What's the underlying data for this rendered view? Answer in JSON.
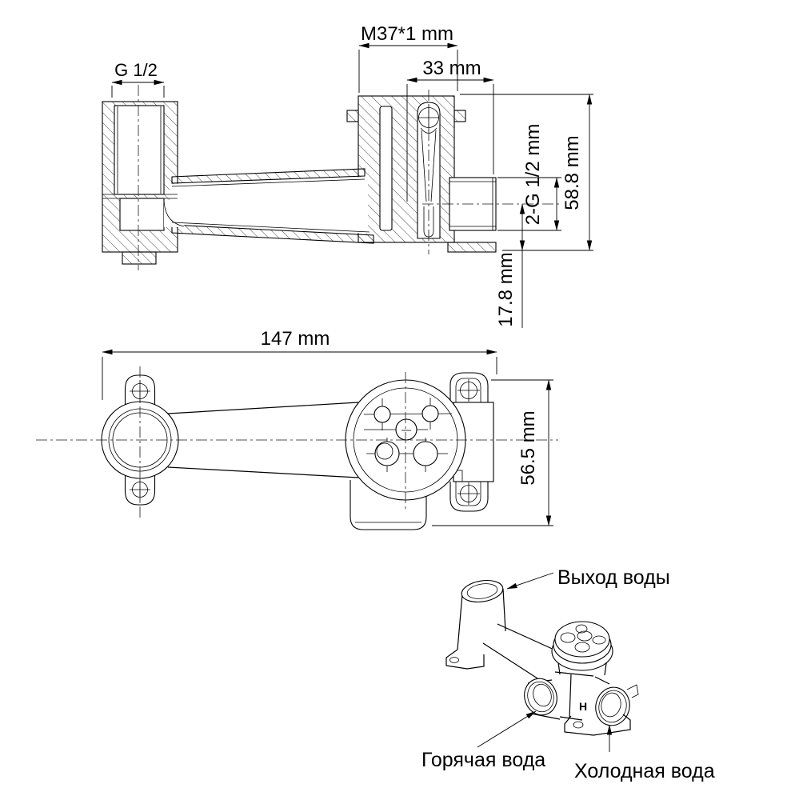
{
  "drawing": {
    "section_view": {
      "dims": {
        "body_thread": "M37*1 mm",
        "port_depth": "33 mm",
        "outlet_thread": "G 1/2",
        "inlet_threads": "2-G 1/2 mm",
        "total_height": "58.8 mm",
        "inlet_offset": "17.8 mm"
      }
    },
    "plan_view": {
      "dims": {
        "total_length": "147 mm",
        "total_width": "56.5 mm"
      }
    },
    "iso_view": {
      "labels": {
        "outlet": "Выход воды",
        "hot": "Горячая вода",
        "cold": "Холодная вода"
      },
      "cast_mark": "H"
    }
  },
  "colors": {
    "line": "#000000",
    "outlet_label": "#000000",
    "hot_label": "#9b1b1b",
    "cold_label": "#1b75bc"
  }
}
